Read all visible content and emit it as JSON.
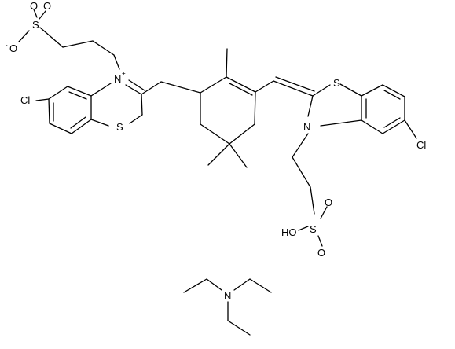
{
  "structure": {
    "atoms": {
      "so3_left_o_top1": "O",
      "so3_left_o_top2": "O",
      "so3_left_s": "S",
      "so3_left_o_minus": "O",
      "minus_sign": "-",
      "n_plus": "N",
      "plus_sign": "+",
      "s_left_ring": "S",
      "cl_left": "Cl",
      "s_right_ring": "S",
      "n_right": "N",
      "cl_right": "Cl",
      "oh_right": "HO",
      "s_right_sulfo": "S",
      "o_right_top": "O",
      "o_right_bottom": "O",
      "n_amine": "N"
    }
  }
}
